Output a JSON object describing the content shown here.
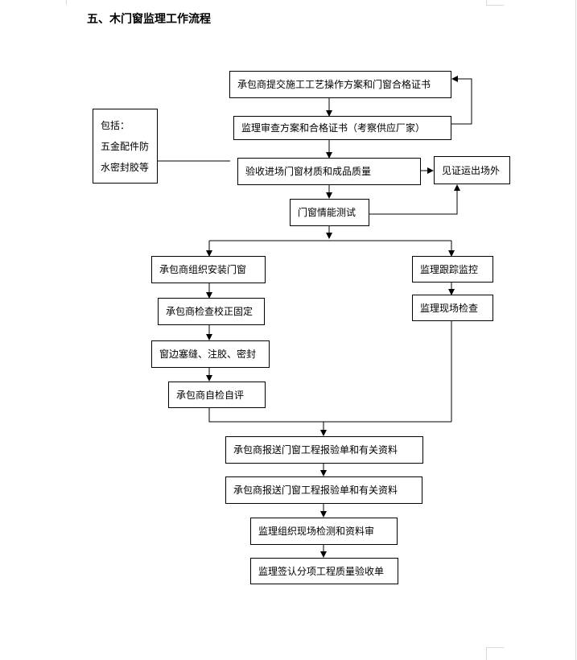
{
  "title": "五、木门窗监理工作流程",
  "note": {
    "lines": [
      "包括：",
      "五金配件防",
      "水密封胶等"
    ]
  },
  "steps": {
    "s1": "承包商提交施工工艺操作方案和门窗合格证书",
    "s2": "监理审查方案和合格证书（考察供应厂家）",
    "s3": "验收进场门窗材质和成品质量",
    "s3_side": "见证运出场外",
    "s4": "门窗情能测试",
    "left1": "承包商组织安装门窗",
    "left2": "承包商检查校正固定",
    "left3": "窗边塞缝、注胶、密封",
    "left4": "承包商自检自评",
    "right1": "监理跟踪监控",
    "right2": "监理现场检查",
    "b1": "承包商报送门窗工程报验单和有关资料",
    "b2": "承包商报送门窗工程报验单和有关资料",
    "b3": "监理组织现场检测和资料审",
    "b4": "监理签认分项工程质量验收单"
  }
}
